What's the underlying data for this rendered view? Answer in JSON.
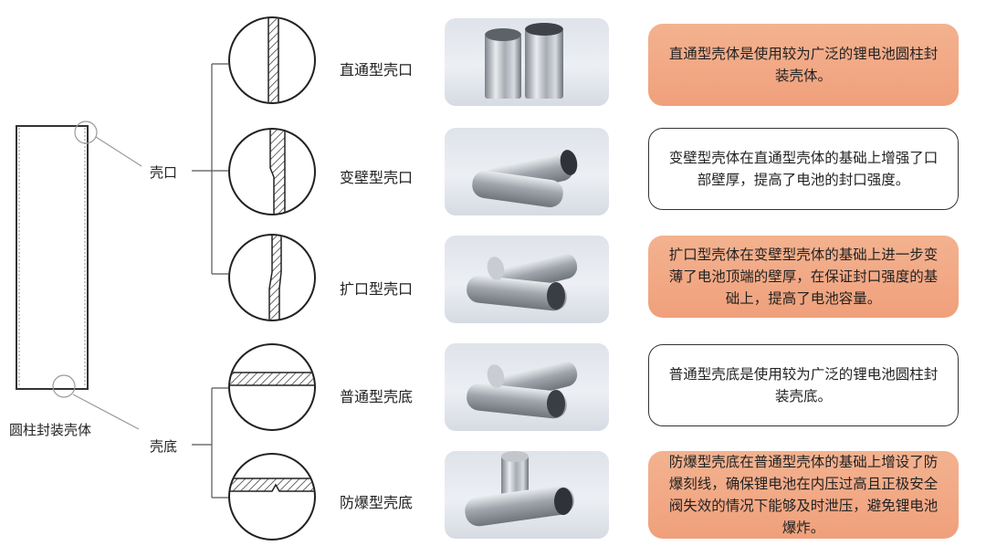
{
  "body_label": "圆柱封装壳体",
  "group_mouth": "壳口",
  "group_bottom": "壳底",
  "rows": [
    {
      "name": "直通型壳口",
      "desc": "直通型壳体是使用较为广泛的锂电池圆柱封装壳体。",
      "highlight": true
    },
    {
      "name": "变壁型壳口",
      "desc": "变壁型壳体在直通型壳体的基础上增强了口部壁厚，提高了电池的封口强度。",
      "highlight": false
    },
    {
      "name": "扩口型壳口",
      "desc": "扩口型壳体在变壁型壳体的基础上进一步变薄了电池顶端的壁厚，在保证封口强度的基础上，提高了电池容量。",
      "highlight": true
    },
    {
      "name": "普通型壳底",
      "desc": "普通型壳底是使用较为广泛的锂电池圆柱封装壳底。",
      "highlight": false
    },
    {
      "name": "防爆型壳底",
      "desc": "防爆型壳底在普通型壳体的基础上增设了防爆刻线，确保锂电池在内压过高且正极安全阀失效的情况下能够及时泄压，避免锂电池爆炸。",
      "highlight": true
    }
  ],
  "colors": {
    "highlight_box": "#f2a986",
    "line": "#555555"
  }
}
